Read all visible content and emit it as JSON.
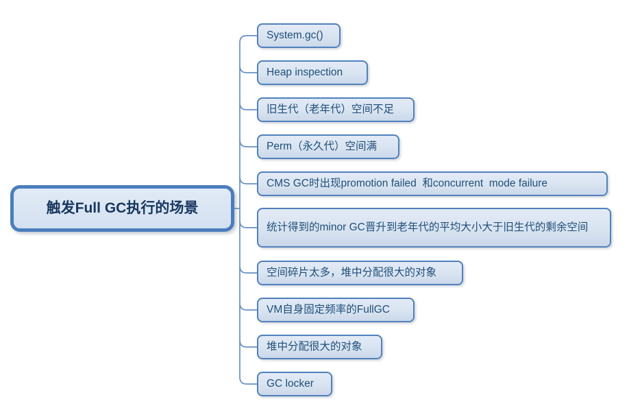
{
  "root": {
    "label": "触发Full GC执行的场景"
  },
  "children": [
    {
      "id": "system-gc",
      "label": "System.gc()"
    },
    {
      "id": "heap-inspection",
      "label": "Heap inspection"
    },
    {
      "id": "old-gen-insufficient",
      "label": "旧生代（老年代）空间不足"
    },
    {
      "id": "perm-gen-full",
      "label": "Perm（永久代）空间满"
    },
    {
      "id": "cms-mode-failure",
      "label": "CMS GC时出现promotion failed  和concurrent  mode failure"
    },
    {
      "id": "minor-gc-promotion",
      "label": "统计得到的minor GC晋升到老年代的平均大小大于旧生代的剩余空间"
    },
    {
      "id": "fragmentation",
      "label": "空间碎片太多，堆中分配很大的对象"
    },
    {
      "id": "vm-fixed-rate-fullgc",
      "label": "VM自身固定频率的FullGC"
    },
    {
      "id": "heap-large-object",
      "label": "堆中分配很大的对象"
    },
    {
      "id": "gc-locker",
      "label": "GC locker"
    }
  ],
  "colors": {
    "canvas_bg": "#ffffff",
    "node_fill": "#d9e4f1",
    "node_border": "#4f81bd",
    "node_text": "#1f4e79",
    "root_text": "#17365e",
    "connector": "#6590c4"
  }
}
